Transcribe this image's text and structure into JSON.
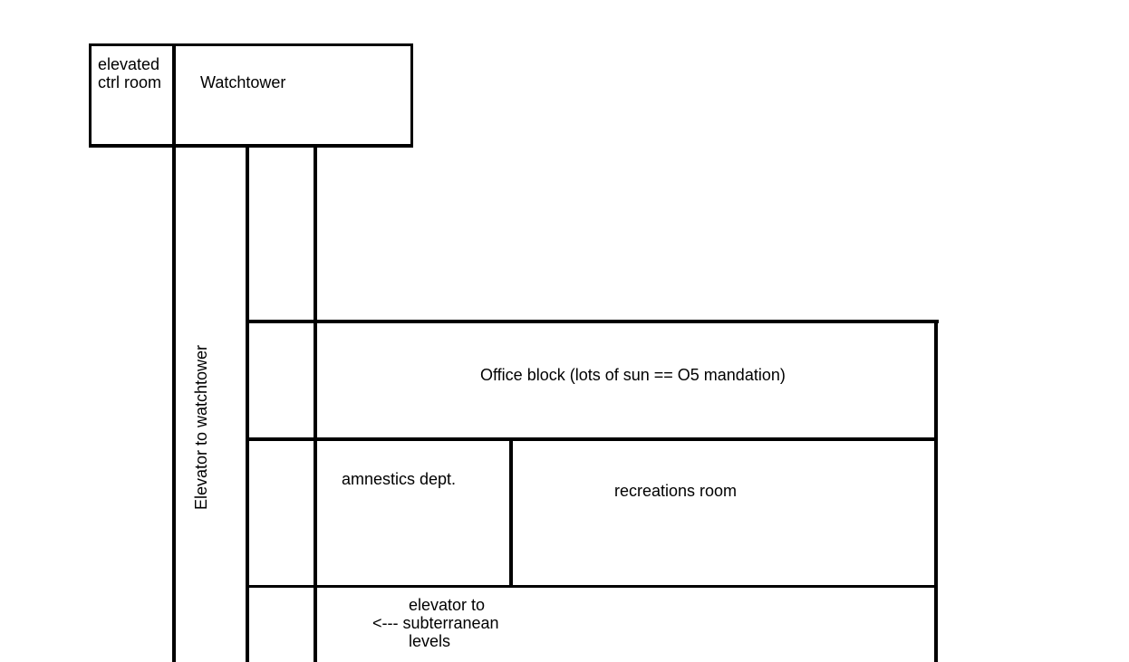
{
  "diagram": {
    "labels": {
      "elevated_ctrl_room": [
        "elevated",
        "ctrl room"
      ],
      "watchtower": "Watchtower",
      "elevator_to_watchtower": "Elevator to watchtower",
      "office_block": "Office block (lots of sun == O5 mandation)",
      "amnestics_dept": "amnestics dept.",
      "recreations_room": "recreations room",
      "elevator_subterranean": {
        "line1": "elevator to",
        "line2": "<--- subterranean",
        "line3": "levels"
      }
    },
    "colors": {
      "stroke": "#000000",
      "background": "#ffffff"
    }
  }
}
